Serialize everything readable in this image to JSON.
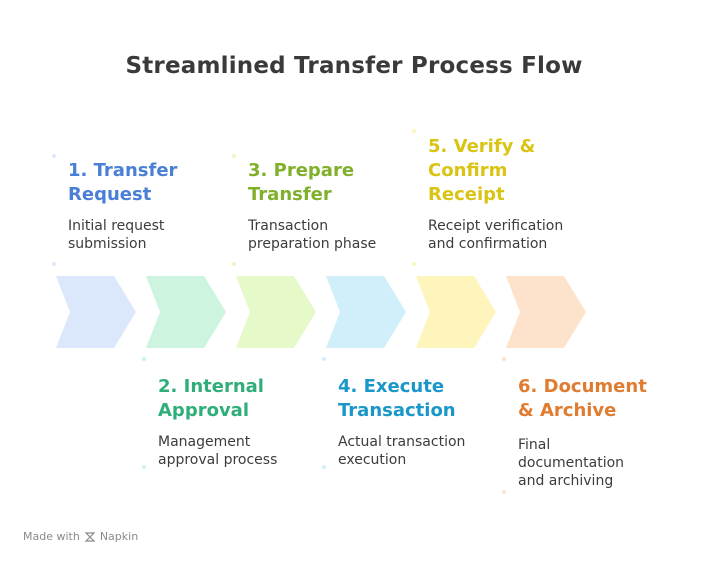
{
  "title": "Streamlined Transfer Process Flow",
  "steps": [
    {
      "title": "1. Transfer Request",
      "desc": "Initial request submission",
      "color": "#4a7fd6",
      "fill": "#dbe8fb"
    },
    {
      "title": "2. Internal Approval",
      "desc": "Management approval process",
      "color": "#2fae7a",
      "fill": "#cdf4df"
    },
    {
      "title": "3. Prepare Transfer",
      "desc": "Transaction preparation phase",
      "color": "#7fb02a",
      "fill": "#e6f9c9"
    },
    {
      "title": "4. Execute Transaction",
      "desc": "Actual transaction execution",
      "color": "#1a97c9",
      "fill": "#d1eefb"
    },
    {
      "title": "5. Verify & Confirm Receipt",
      "desc": "Receipt verification and confirmation",
      "color": "#d9c414",
      "fill": "#fdf5bb"
    },
    {
      "title": "6. Document & Archive",
      "desc": "Final documentation and archiving",
      "color": "#e07c30",
      "fill": "#fde3cc"
    }
  ],
  "footer": {
    "prefix": "Made with",
    "brand": "Napkin"
  }
}
